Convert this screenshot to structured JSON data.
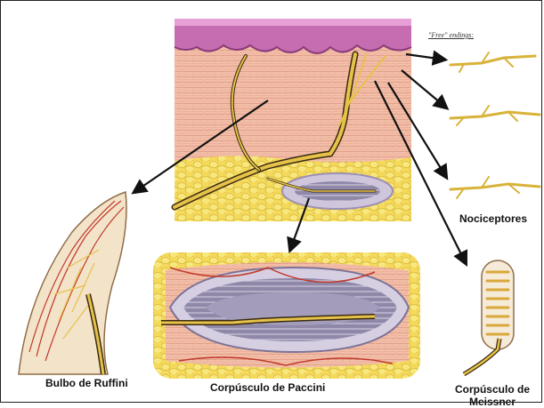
{
  "labels": {
    "free_endings": "\"Free\" endings:",
    "nociceptors": "Nociceptores",
    "ruffini": "Bulbo de Ruffini",
    "paccini": "Corpúsculo de Paccini",
    "meissner": "Corpúsculo de Meissner"
  },
  "colors": {
    "epidermis": "#c56db0",
    "dermis": "#f2b6a0",
    "fat": "#f3d24a",
    "nerve": "#d8b33a",
    "nerve_dark": "#3a2a10",
    "capsule": "#c8c0d8",
    "arrow": "#111111"
  }
}
